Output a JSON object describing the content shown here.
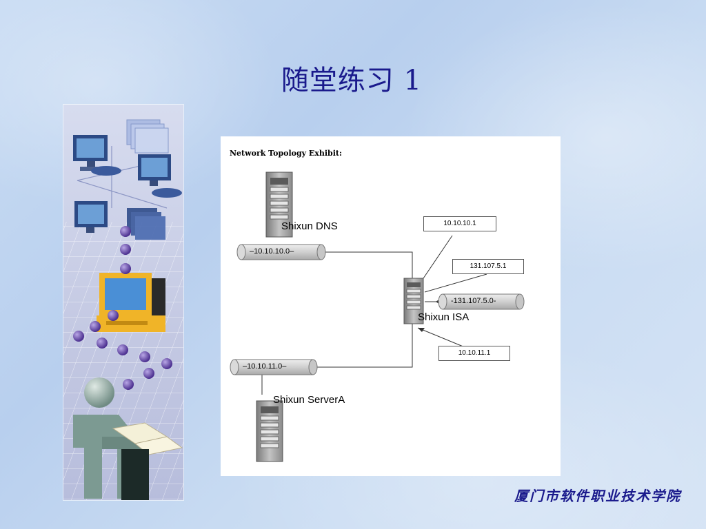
{
  "slide": {
    "title": "随堂练习 1",
    "footer": "厦门市软件职业技术学院"
  },
  "diagram": {
    "heading": "Network Topology Exhibit:",
    "nodes": {
      "dns": "Shixun DNS",
      "isa": "Shixun ISA",
      "servera": "Shixun ServerA"
    },
    "segments": {
      "seg1": "–10.10.10.0–",
      "seg2": "-131.107.5.0-",
      "seg3": "–10.10.11.0–"
    },
    "ip_boxes": {
      "ip1": "10.10.10.1",
      "ip2": "131.107.5.1",
      "ip3": "10.10.11.1"
    }
  },
  "colors": {
    "title": "#1a1a8c",
    "footer": "#1a1a8c",
    "pipe": "#cfcfcf",
    "server": "#9a9a9a"
  },
  "icons": {
    "side_art": "network-learning-illustration",
    "server": "server-tower-icon"
  }
}
